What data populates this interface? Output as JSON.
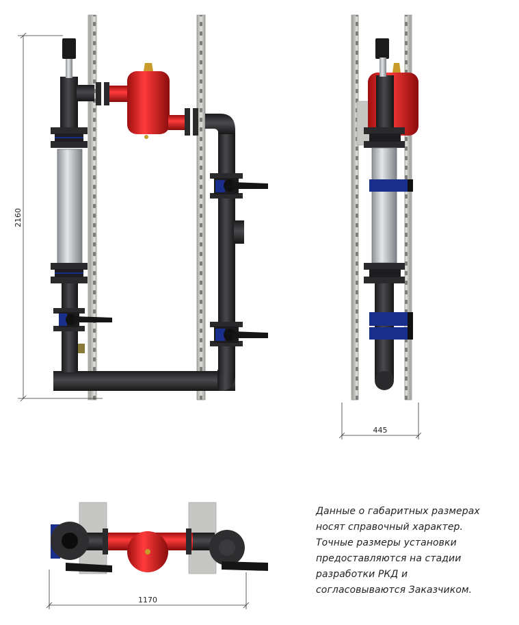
{
  "dimensions": {
    "height": "2160",
    "depth": "445",
    "width": "1170"
  },
  "note": {
    "lines": [
      "Данные о габаритных размерах",
      "носят справочный характер.",
      "Точные размеры установки",
      "предоставляются на стадии",
      "разработки РКД и",
      "согласовываются Заказчиком."
    ]
  },
  "colors": {
    "pipe": "#2e2e30",
    "tank": "#d81e1e",
    "filter_body": "#b8bcc0",
    "rail": "#c9c9c6",
    "flange_accent": "#1a2f8c",
    "brass": "#c89b2a"
  }
}
